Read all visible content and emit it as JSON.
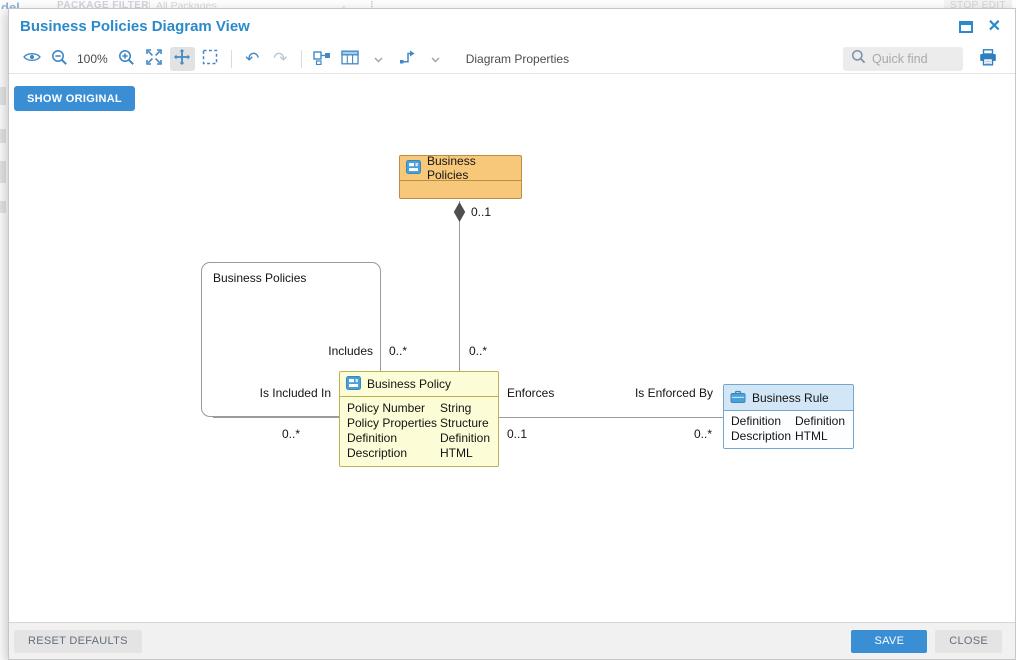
{
  "background": {
    "logo_fragment": "del",
    "package_filter_label": "PACKAGE FILTER",
    "separator": "|",
    "package_filter_value": "All Packages",
    "stop_edit_label": "STOP EDIT"
  },
  "window": {
    "title": "Business Policies Diagram View"
  },
  "toolbar": {
    "zoom_level": "100%",
    "diagram_properties_label": "Diagram Properties",
    "quick_find_placeholder": "Quick find"
  },
  "canvas": {
    "show_original_label": "SHOW ORIGINAL"
  },
  "diagram": {
    "group_box": {
      "title": "Business Policies"
    },
    "parent_entity": {
      "title": "Business Policies"
    },
    "policy_entity": {
      "title": "Business Policy",
      "attributes": [
        {
          "name": "Policy Number",
          "type": "String"
        },
        {
          "name": "Policy Properties",
          "type": "Structure"
        },
        {
          "name": "Definition",
          "type": "Definition"
        },
        {
          "name": "Description",
          "type": "HTML"
        }
      ]
    },
    "rule_entity": {
      "title": "Business Rule",
      "attributes": [
        {
          "name": "Definition",
          "type": "Definition"
        },
        {
          "name": "Description",
          "type": "HTML"
        }
      ]
    },
    "relationships": {
      "includes_label": "Includes",
      "is_included_in_label": "Is Included In",
      "enforces_label": "Enforces",
      "is_enforced_by_label": "Is Enforced By",
      "parent_cardinality": "0..1",
      "includes_cardinality": "0..*",
      "child_cardinality": "0..*",
      "is_included_in_cardinality": "0..*",
      "enforces_cardinality": "0..1",
      "is_enforced_by_cardinality": "0..*"
    }
  },
  "footer": {
    "reset_defaults_label": "RESET DEFAULTS",
    "save_label": "SAVE",
    "close_label": "CLOSE"
  },
  "icons": {
    "undo_glyph": "↶",
    "redo_glyph": "↷",
    "close_glyph": "✕",
    "chevron_glyph": "⌄",
    "dots_glyph": "⁞",
    "names": [
      "eye-icon",
      "zoom-out-icon",
      "zoom-in-icon",
      "fit-to-window-icon",
      "move-icon",
      "marquee-select-icon",
      "undo-icon",
      "redo-icon",
      "auto-layout-icon",
      "table-icon",
      "chevron-down-icon",
      "connector-style-icon",
      "search-icon",
      "print-icon",
      "maximize-icon",
      "close-icon",
      "entity-doc-icon",
      "briefcase-icon",
      "aggregation-diamond"
    ]
  },
  "colors": {
    "accent_blue": "#2b8ac9",
    "button_blue": "#3a8fd4",
    "toolbar_icon_blue": "#4288c5",
    "entity_orange_fill": "#f8c87a",
    "entity_orange_border": "#bf8c44",
    "entity_yellow_fill": "#fcfcd6",
    "entity_yellow_border": "#b9b356",
    "entity_blue_header": "#d3e6f6",
    "entity_blue_border": "#74a7cf",
    "relationship_line": "#9b9b9b"
  }
}
